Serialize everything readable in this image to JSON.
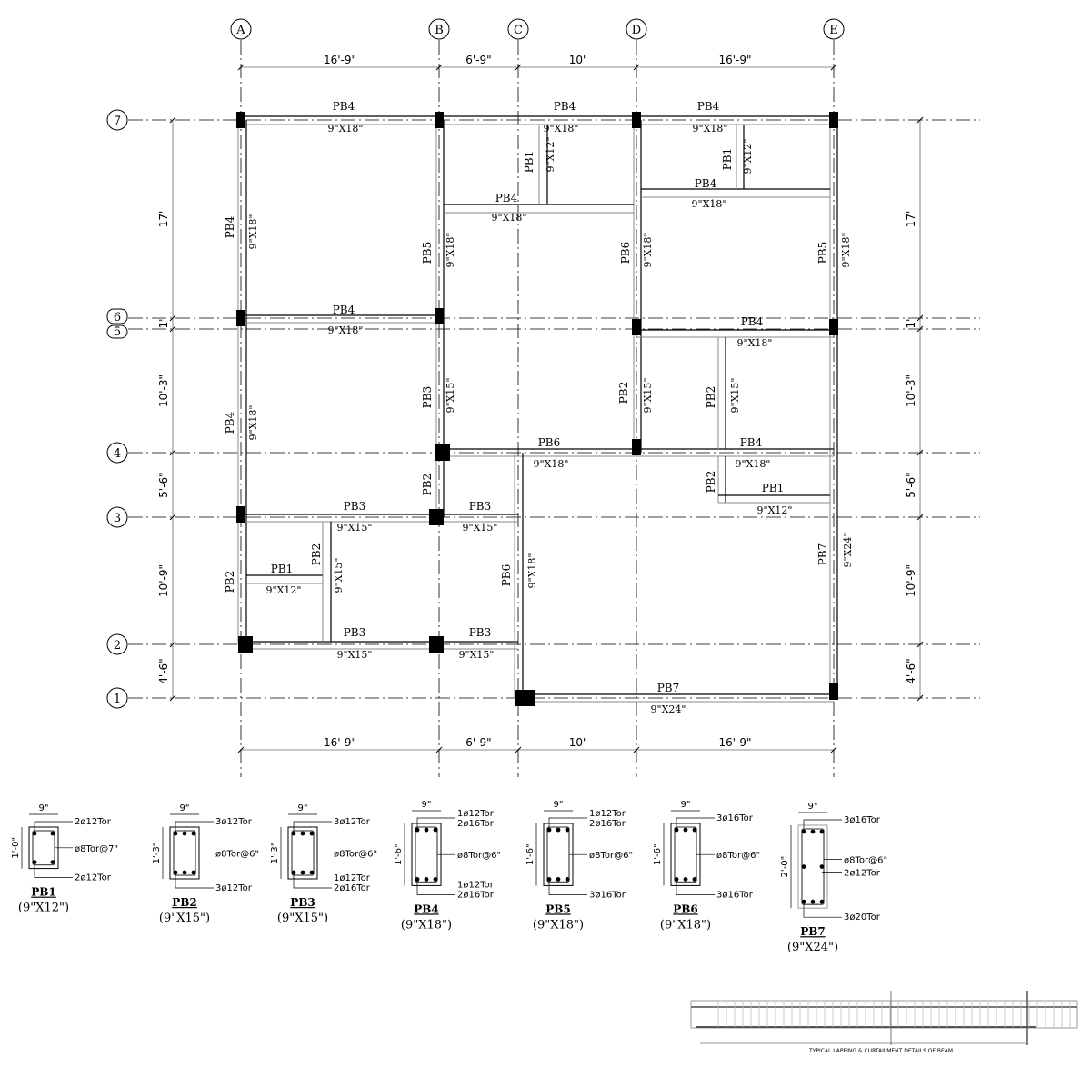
{
  "grid": {
    "columns": [
      "A",
      "B",
      "C",
      "D",
      "E"
    ],
    "rows": [
      "7",
      "6",
      "5",
      "4",
      "3",
      "2",
      "1"
    ]
  },
  "dimensions": {
    "top": [
      "16'-9\"",
      "6'-9\"",
      "10'",
      "16'-9\""
    ],
    "bottom": [
      "16'-9\"",
      "6'-9\"",
      "10'",
      "16'-9\""
    ],
    "left": [
      "17'",
      "1'",
      "10'-3\"",
      "5'-6\"",
      "10'-9\"",
      "4'-6\""
    ],
    "right": [
      "17'",
      "1'",
      "10'-3\"",
      "5'-6\"",
      "10'-9\"",
      "4'-6\""
    ]
  },
  "beams": [
    {
      "name": "PB4",
      "size": "9\"X18\""
    },
    {
      "name": "PB4",
      "size": "9\"X18\""
    },
    {
      "name": "PB4",
      "size": "9\"X18\""
    },
    {
      "name": "PB1",
      "size": "9\"X12\""
    },
    {
      "name": "PB1",
      "size": "9\"X12\""
    },
    {
      "name": "PB4",
      "size": "9\"X18\""
    },
    {
      "name": "PB4",
      "size": "9\"X18\""
    },
    {
      "name": "PB4",
      "size": "9\"X18\""
    },
    {
      "name": "PB5",
      "size": "9\"X18\""
    },
    {
      "name": "PB6",
      "size": "9\"X18\""
    },
    {
      "name": "PB5",
      "size": "9\"X18\""
    },
    {
      "name": "PB4",
      "size": "9\"X18\""
    },
    {
      "name": "PB4",
      "size": "9\"X18\""
    },
    {
      "name": "PB4",
      "size": "9\"X18\""
    },
    {
      "name": "PB3",
      "size": "9\"X15\""
    },
    {
      "name": "PB2",
      "size": "9\"X15\""
    },
    {
      "name": "PB2",
      "size": "9\"X15\""
    },
    {
      "name": "PB6",
      "size": "9\"X18\""
    },
    {
      "name": "PB4",
      "size": "9\"X18\""
    },
    {
      "name": "PB2",
      "size": null
    },
    {
      "name": "PB2",
      "size": null
    },
    {
      "name": "PB1",
      "size": "9\"X12\""
    },
    {
      "name": "PB3",
      "size": "9\"X15\""
    },
    {
      "name": "PB3",
      "size": "9\"X15\""
    },
    {
      "name": "PB2",
      "size": null
    },
    {
      "name": "PB1",
      "size": "9\"X12\""
    },
    {
      "name": "PB2",
      "size": "9\"X15\""
    },
    {
      "name": "PB6",
      "size": "9\"X18\""
    },
    {
      "name": "PB7",
      "size": "9\"X24\""
    },
    {
      "name": "PB3",
      "size": "9\"X15\""
    },
    {
      "name": "PB3",
      "size": "9\"X15\""
    },
    {
      "name": "PB7",
      "size": "9\"X24\""
    }
  ],
  "sections": [
    {
      "name": "PB1",
      "size": "(9\"X12\")",
      "width": "9\"",
      "depth": "1'-0\"",
      "depth_in": 12,
      "top": [
        "2ø12Tor"
      ],
      "stirrup": "ø8Tor@7\"",
      "extra": null,
      "bottom": [
        "2ø12Tor"
      ],
      "top_bars": 2,
      "bottom_bars": 2,
      "mid_bars": 0
    },
    {
      "name": "PB2",
      "size": "(9\"X15\")",
      "width": "9\"",
      "depth": "1'-3\"",
      "depth_in": 15,
      "top": [
        "3ø12Tor"
      ],
      "stirrup": "ø8Tor@6\"",
      "extra": null,
      "bottom": [
        "3ø12Tor"
      ],
      "top_bars": 3,
      "bottom_bars": 3,
      "mid_bars": 0
    },
    {
      "name": "PB3",
      "size": "(9\"X15\")",
      "width": "9\"",
      "depth": "1'-3\"",
      "depth_in": 15,
      "top": [
        "3ø12Tor"
      ],
      "stirrup": "ø8Tor@6\"",
      "extra": null,
      "bottom": [
        "1ø12Tor",
        "2ø16Tor"
      ],
      "top_bars": 3,
      "bottom_bars": 3,
      "mid_bars": 0
    },
    {
      "name": "PB4",
      "size": "(9\"X18\")",
      "width": "9\"",
      "depth": "1'-6\"",
      "depth_in": 18,
      "top": [
        "1ø12Tor",
        "2ø16Tor"
      ],
      "stirrup": "ø8Tor@6\"",
      "extra": null,
      "bottom": [
        "1ø12Tor",
        "2ø16Tor"
      ],
      "top_bars": 3,
      "bottom_bars": 3,
      "mid_bars": 0
    },
    {
      "name": "PB5",
      "size": "(9\"X18\")",
      "width": "9\"",
      "depth": "1'-6\"",
      "depth_in": 18,
      "top": [
        "1ø12Tor",
        "2ø16Tor"
      ],
      "stirrup": "ø8Tor@6\"",
      "extra": null,
      "bottom": [
        "3ø16Tor"
      ],
      "top_bars": 3,
      "bottom_bars": 3,
      "mid_bars": 0
    },
    {
      "name": "PB6",
      "size": "(9\"X18\")",
      "width": "9\"",
      "depth": "1'-6\"",
      "depth_in": 18,
      "top": [
        "3ø16Tor"
      ],
      "stirrup": "ø8Tor@6\"",
      "extra": null,
      "bottom": [
        "3ø16Tor"
      ],
      "top_bars": 3,
      "bottom_bars": 3,
      "mid_bars": 0
    },
    {
      "name": "PB7",
      "size": "(9\"X24\")",
      "width": "9\"",
      "depth": "2'-0\"",
      "depth_in": 24,
      "top": [
        "3ø16Tor"
      ],
      "stirrup": "ø8Tor@6\"",
      "extra": "2ø12Tor",
      "bottom": [
        "3ø20Tor"
      ],
      "top_bars": 3,
      "bottom_bars": 3,
      "mid_bars": 2
    }
  ],
  "detail": {
    "title": "TYPICAL LAPPING & CURTAILMENT DETAILS OF BEAM"
  }
}
